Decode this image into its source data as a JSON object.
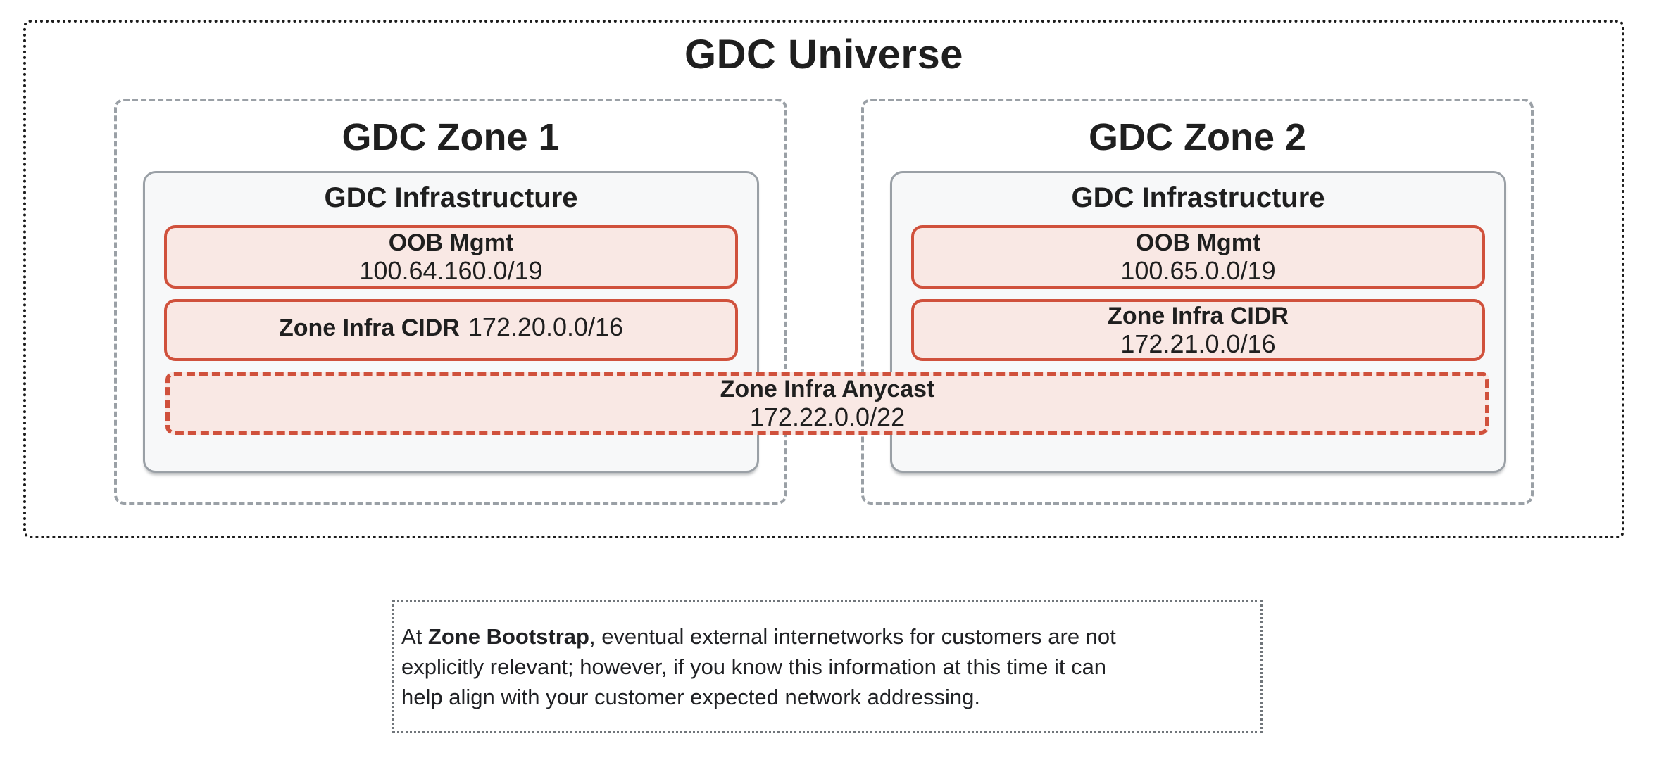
{
  "universe": {
    "title": "GDC Universe"
  },
  "zones": [
    {
      "title": "GDC Zone 1",
      "infra_title": "GDC Infrastructure",
      "oob_label": "OOB Mgmt",
      "oob_cidr": "100.64.160.0/19",
      "zone_infra_label": "Zone Infra CIDR",
      "zone_infra_cidr": "172.20.0.0/16"
    },
    {
      "title": "GDC Zone 2",
      "infra_title": "GDC Infrastructure",
      "oob_label": "OOB Mgmt",
      "oob_cidr": "100.65.0.0/19",
      "zone_infra_label": "Zone Infra CIDR",
      "zone_infra_cidr": "172.21.0.0/16"
    }
  ],
  "anycast": {
    "label": "Zone Infra Anycast",
    "cidr": "172.22.0.0/22"
  },
  "note": {
    "line1_prefix": "At ",
    "line1_bold": "Zone Bootstrap",
    "line1_rest": ", eventual external internetworks for customers are not",
    "line2": "explicitly relevant; however, if you know this information at this time it can",
    "line3": "help align with your customer expected network addressing."
  },
  "colors": {
    "red": "#d0513c",
    "redFill": "#f9e8e4",
    "gray": "#9aa0a6",
    "infraFill": "#f7f8f9",
    "ink": "#1c1c1c"
  }
}
